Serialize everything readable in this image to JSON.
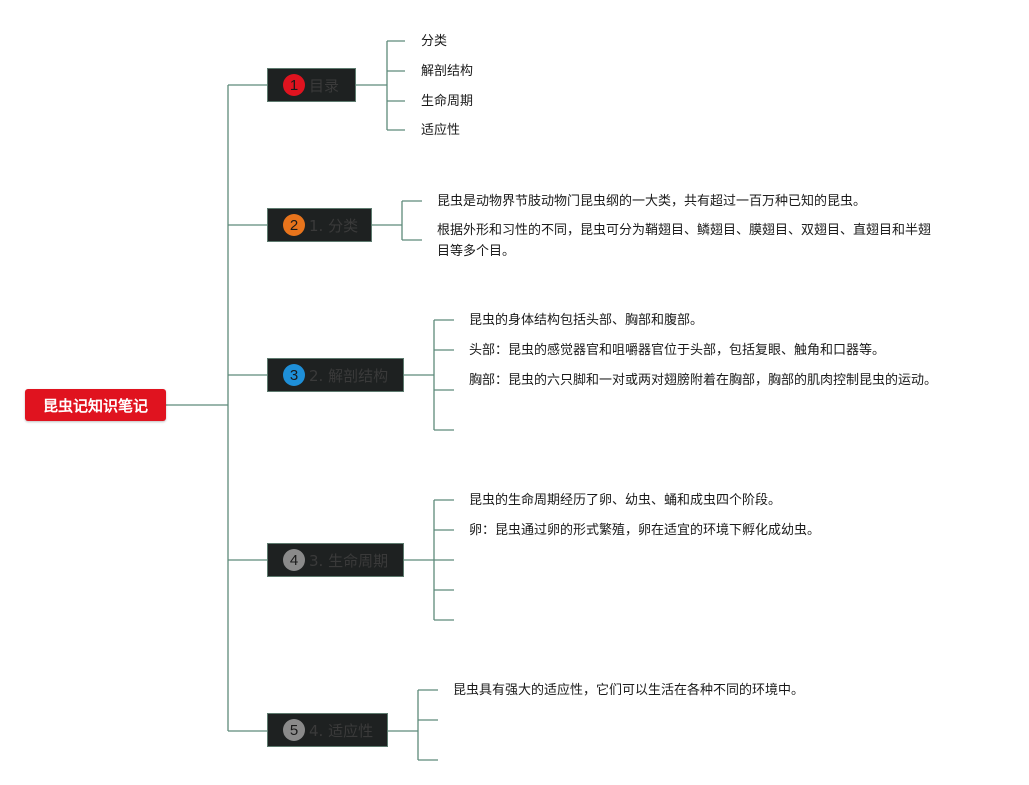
{
  "root": {
    "label": "昆虫记知识笔记",
    "color": "#e0131f"
  },
  "branches": [
    {
      "number": "1",
      "label": "目录",
      "badge_color": "#e0131f",
      "children": [
        "分类",
        "解剖结构",
        "生命周期",
        "适应性"
      ]
    },
    {
      "number": "2",
      "label": "1. 分类",
      "badge_color": "#e8741c",
      "children": [
        "昆虫是动物界节肢动物门昆虫纲的一大类，共有超过一百万种已知的昆虫。",
        "根据外形和习性的不同，昆虫可分为鞘翅目、鳞翅目、膜翅目、双翅目、直翅目和半翅目等多个目。"
      ]
    },
    {
      "number": "3",
      "label": "2. 解剖结构",
      "badge_color": "#1e8fd8",
      "children": [
        "昆虫的身体结构包括头部、胸部和腹部。",
        "头部：昆虫的感觉器官和咀嚼器官位于头部，包括复眼、触角和口器等。",
        "胸部：昆虫的六只脚和一对或两对翅膀附着在胸部，胸部的肌肉控制昆虫的运动。",
        ""
      ]
    },
    {
      "number": "4",
      "label": "3. 生命周期",
      "badge_color": "#8a8a8a",
      "children": [
        "昆虫的生命周期经历了卵、幼虫、蛹和成虫四个阶段。",
        "卵：昆虫通过卵的形式繁殖，卵在适宜的环境下孵化成幼虫。",
        "",
        "",
        ""
      ]
    },
    {
      "number": "5",
      "label": "4. 适应性",
      "badge_color": "#8a8a8a",
      "children": [
        "昆虫具有强大的适应性，它们可以生活在各种不同的环境中。",
        "",
        ""
      ]
    }
  ]
}
